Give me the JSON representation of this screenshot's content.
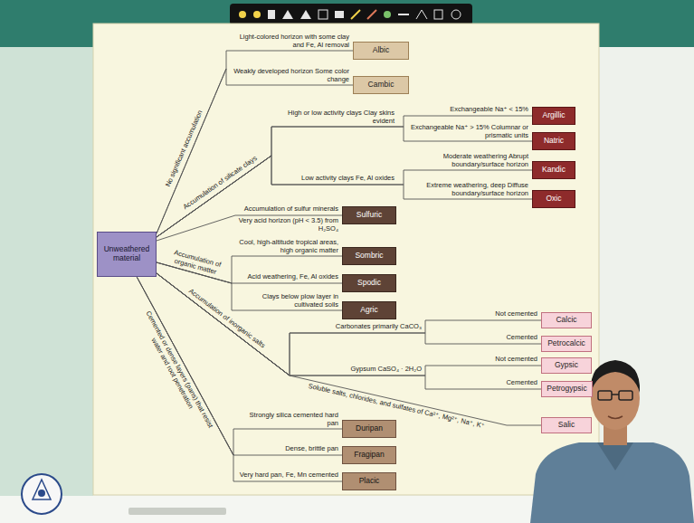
{
  "diagram": {
    "nodes": [
      {
        "text": [
          "Unweathered material"
        ]
      },
      {
        "text": [
          "Albic"
        ]
      },
      {
        "text": [
          "Cambic"
        ]
      },
      {
        "text": [
          "Argillic"
        ]
      },
      {
        "text": [
          "Natric"
        ]
      },
      {
        "text": [
          "Kandic"
        ]
      },
      {
        "text": [
          "Oxic"
        ]
      },
      {
        "text": [
          "Sulfuric"
        ]
      },
      {
        "text": [
          "Sombric"
        ]
      },
      {
        "text": [
          "Spodic"
        ]
      },
      {
        "text": [
          "Agric"
        ]
      },
      {
        "text": [
          "Calcic"
        ]
      },
      {
        "text": [
          "Petrocalcic"
        ]
      },
      {
        "text": [
          "Gypsic"
        ]
      },
      {
        "text": [
          "Petrogypsic"
        ]
      },
      {
        "text": [
          "Salic"
        ]
      },
      {
        "text": [
          "Duripan"
        ]
      },
      {
        "text": [
          "Fragipan"
        ]
      },
      {
        "text": [
          "Placic"
        ]
      }
    ],
    "edges": [
      {
        "from": 0,
        "to": 1,
        "arrow": "none",
        "label": "Light-colored horizon with some clay and Fe, Al removal"
      },
      {
        "from": 0,
        "to": 2,
        "arrow": "none",
        "label": "Weakly developed horizon Some color change"
      },
      {
        "from": 0,
        "to": 3,
        "arrow": "none",
        "label": "Exchangeable Na⁺ < 15%"
      },
      {
        "from": 0,
        "to": 4,
        "arrow": "none",
        "label": "Exchangeable Na⁺ > 15% Columnar or prismatic units"
      },
      {
        "from": 0,
        "to": 5,
        "arrow": "none",
        "label": "Moderate weathering Abrupt boundary/surface horizon"
      },
      {
        "from": 0,
        "to": 6,
        "arrow": "none",
        "label": "Extreme weathering, deep Diffuse boundary/surface horizon"
      },
      {
        "from": 0,
        "to": 7,
        "arrow": "none",
        "label": "Very acid horizon (pH < 3.5) from H₂SO₄"
      },
      {
        "from": 0,
        "to": 8,
        "arrow": "none",
        "label": "Cool, high-altitude tropical areas, high organic matter"
      },
      {
        "from": 0,
        "to": 9,
        "arrow": "none",
        "label": "Acid weathering, Fe, Al oxides"
      },
      {
        "from": 0,
        "to": 10,
        "arrow": "none",
        "label": "Clays below plow layer in cultivated soils"
      },
      {
        "from": 0,
        "to": 11,
        "arrow": "none",
        "label": "Not cemented"
      },
      {
        "from": 0,
        "to": 12,
        "arrow": "none",
        "label": "Cemented"
      },
      {
        "from": 0,
        "to": 13,
        "arrow": "none",
        "label": "Not cemented"
      },
      {
        "from": 0,
        "to": 14,
        "arrow": "none",
        "label": "Cemented"
      },
      {
        "from": 0,
        "to": 15,
        "arrow": "none",
        "label": "Soluble salts, chlorides, and sulfates of Ca²⁺, Mg²⁺, Na⁺, K⁺"
      },
      {
        "from": 0,
        "to": 16,
        "arrow": "none",
        "label": "Strongly silica cemented hard pan"
      },
      {
        "from": 0,
        "to": 17,
        "arrow": "none",
        "label": "Dense, brittle pan"
      },
      {
        "from": 0,
        "to": 18,
        "arrow": "none",
        "label": "Very hard pan, Fe, Mn cemented"
      }
    ],
    "labels": [
      "No significant accumulation",
      "Accumulation of silicate clays",
      "High or low activity clays Clay skins evident",
      "Low activity clays Fe, Al oxides",
      "Accumulation of sulfur minerals",
      "Accumulation of organic matter",
      "Accumulation of inorganic salts",
      "Carbonates primarily CaCO₃",
      "Gypsum CaSO₄ · 2H₂O",
      "Cemented or dense layers (pans) that resist water and root penetration"
    ]
  }
}
